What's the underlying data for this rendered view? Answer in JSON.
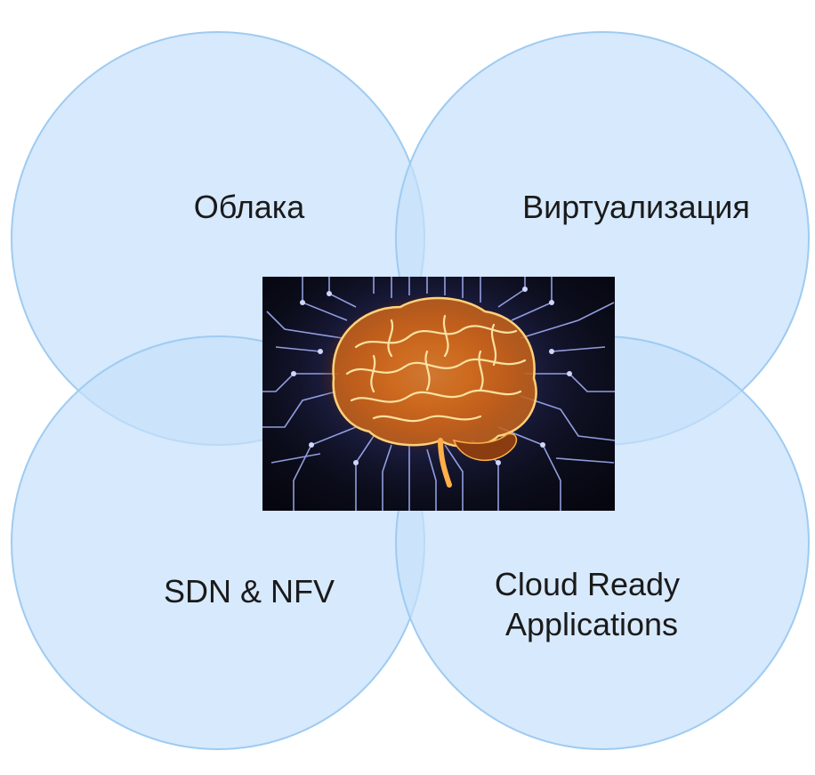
{
  "diagram": {
    "circles": [
      {
        "id": "top-left",
        "lines": [
          "Облака"
        ]
      },
      {
        "id": "top-right",
        "lines": [
          "Виртуализация"
        ]
      },
      {
        "id": "bottom-left",
        "lines": [
          "SDN & NFV"
        ]
      },
      {
        "id": "bottom-right",
        "lines": [
          "Cloud Ready",
          "Applications"
        ]
      }
    ],
    "center_image": {
      "icon": "glowing-brain-circuit-icon"
    },
    "colors": {
      "circle_fill": "#c6e0fb",
      "circle_stroke": "#9ecbf2",
      "text": "#1a1a1a"
    }
  }
}
